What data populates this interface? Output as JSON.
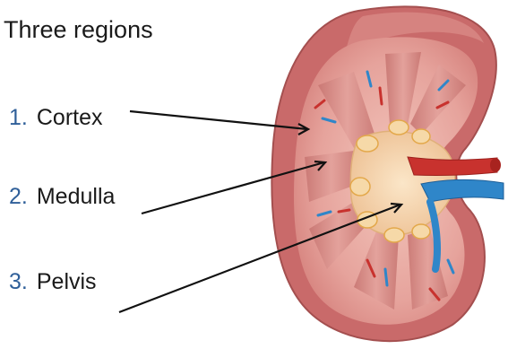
{
  "title": "Three regions",
  "regions": [
    {
      "number": "1.",
      "label": "Cortex"
    },
    {
      "number": "2.",
      "label": "Medulla"
    },
    {
      "number": "3.",
      "label": "Pelvis"
    }
  ],
  "colors": {
    "text": "#1a1a1a",
    "number": "#2f5f99",
    "capsule": "#c96a6a",
    "cortex": "#e7a7a1",
    "pyramid": "#d98d88",
    "pelvis": "#f1cfa5",
    "artery": "#c8322e",
    "vein": "#2f86c9"
  }
}
